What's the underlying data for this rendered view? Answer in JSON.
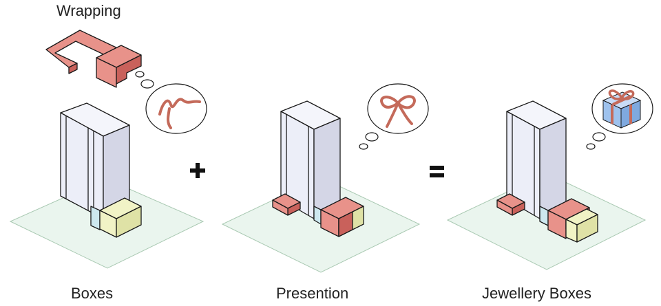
{
  "labels": {
    "wrapping": "Wrapping",
    "boxes": "Boxes",
    "presention": "Presention",
    "jewellery_boxes": "Jewellery Boxes"
  },
  "operators": {
    "plus": "+",
    "equals": "="
  },
  "colors": {
    "ground": "#eaf5ee",
    "tower_light": "#eceef8",
    "tower_dark": "#d4d6e6",
    "box_yellow": "#f1f3c6",
    "wrap_red": "#e8928a",
    "wrap_red_dark": "#c9615b",
    "ribbon": "#c46a5a",
    "gift_blue": "#9ec2ee",
    "outline": "#1a1a1a"
  },
  "icons": [
    "ribbon-icon",
    "bow-icon",
    "gift-icon"
  ]
}
